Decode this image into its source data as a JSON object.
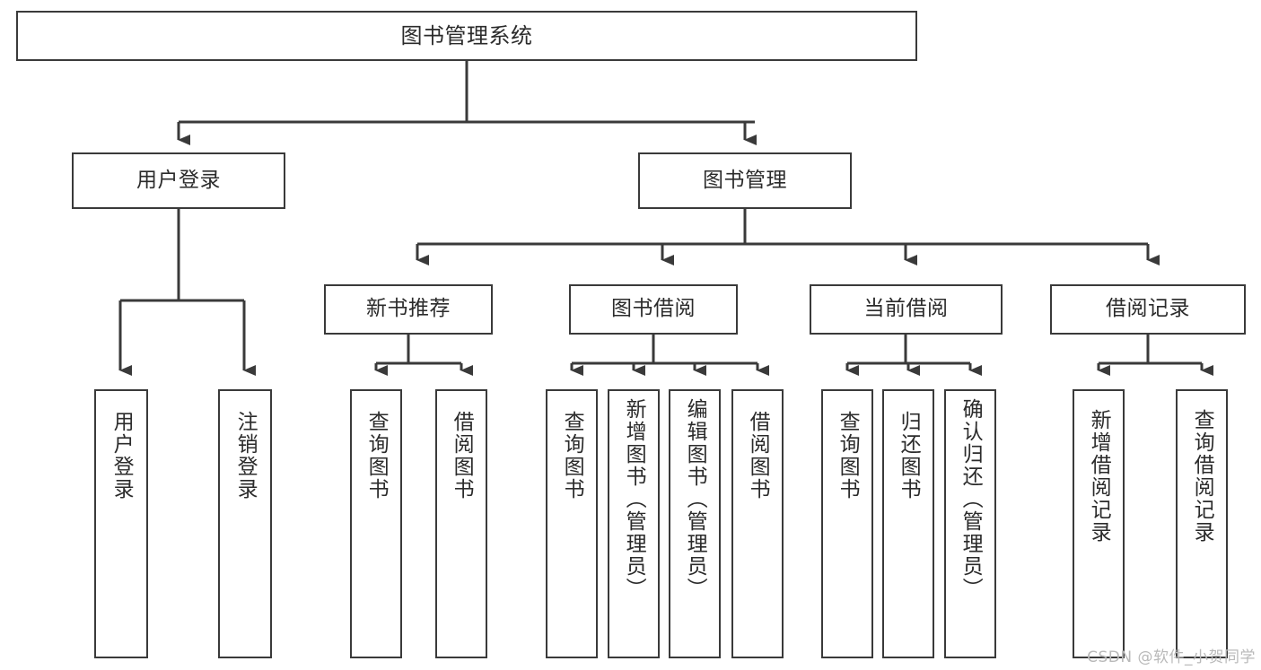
{
  "diagram": {
    "type": "tree-hierarchy",
    "title": "图书管理系统",
    "watermark": "CSDN @软件_小贺同学",
    "stroke_color": "#3a3a3a",
    "background_color": "#ffffff",
    "text_color": "#2b2b2b"
  },
  "nodes": {
    "root": {
      "label": "图书管理系统",
      "level": 1
    },
    "level2": [
      {
        "id": "user-login",
        "label": "用户登录"
      },
      {
        "id": "book-manage",
        "label": "图书管理"
      }
    ],
    "level3": [
      {
        "id": "new-book-recommend",
        "label": "新书推荐"
      },
      {
        "id": "book-borrow",
        "label": "图书借阅"
      },
      {
        "id": "current-borrow",
        "label": "当前借阅"
      },
      {
        "id": "borrow-record",
        "label": "借阅记录"
      }
    ],
    "leaves": {
      "user-login": [
        {
          "id": "leaf-user-login",
          "label": "用户登录"
        },
        {
          "id": "leaf-logout",
          "label": "注销登录"
        }
      ],
      "new-book-recommend": [
        {
          "id": "leaf-query-book-1",
          "label": "查询图书"
        },
        {
          "id": "leaf-borrow-book-1",
          "label": "借阅图书"
        }
      ],
      "book-borrow": [
        {
          "id": "leaf-query-book-2",
          "label": "查询图书"
        },
        {
          "id": "leaf-add-book",
          "label": "新增图书（管理员）"
        },
        {
          "id": "leaf-edit-book",
          "label": "编辑图书（管理员）"
        },
        {
          "id": "leaf-borrow-book-2",
          "label": "借阅图书"
        }
      ],
      "current-borrow": [
        {
          "id": "leaf-query-book-3",
          "label": "查询图书"
        },
        {
          "id": "leaf-return-book",
          "label": "归还图书"
        },
        {
          "id": "leaf-confirm-return",
          "label": "确认归还（管理员）"
        }
      ],
      "borrow-record": [
        {
          "id": "leaf-add-record",
          "label": "新增借阅记录"
        },
        {
          "id": "leaf-query-record",
          "label": "查询借阅记录"
        }
      ]
    }
  }
}
